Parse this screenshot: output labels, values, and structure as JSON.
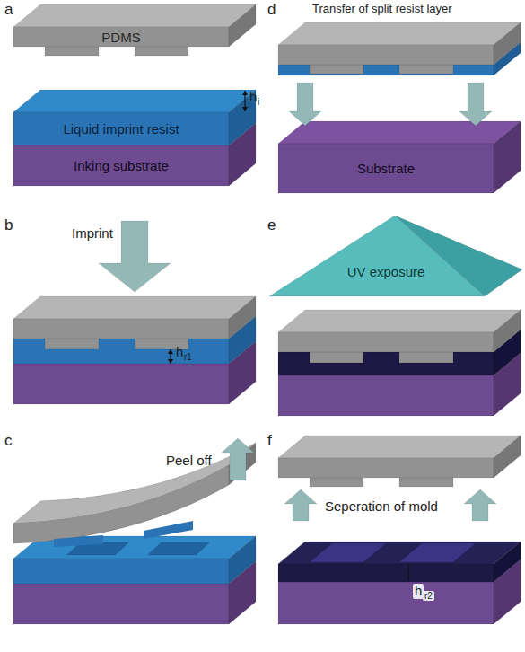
{
  "diagram": {
    "nodes": [
      {
        "text": [
          "PDMS"
        ]
      },
      {
        "text": [
          "Liquid imprint resist"
        ]
      },
      {
        "text": [
          "Inking substrate"
        ]
      },
      {
        "text": [
          "Substrate"
        ]
      },
      {
        "text": [
          "UV exposure"
        ]
      }
    ],
    "labels": [
      "a",
      "h",
      "i",
      "b",
      "Imprint",
      "h",
      "r1",
      "c",
      "Peel off",
      "d",
      "Transfer of split resist layer",
      "e",
      "f",
      "Seperation of mold",
      "h",
      "r2"
    ]
  }
}
